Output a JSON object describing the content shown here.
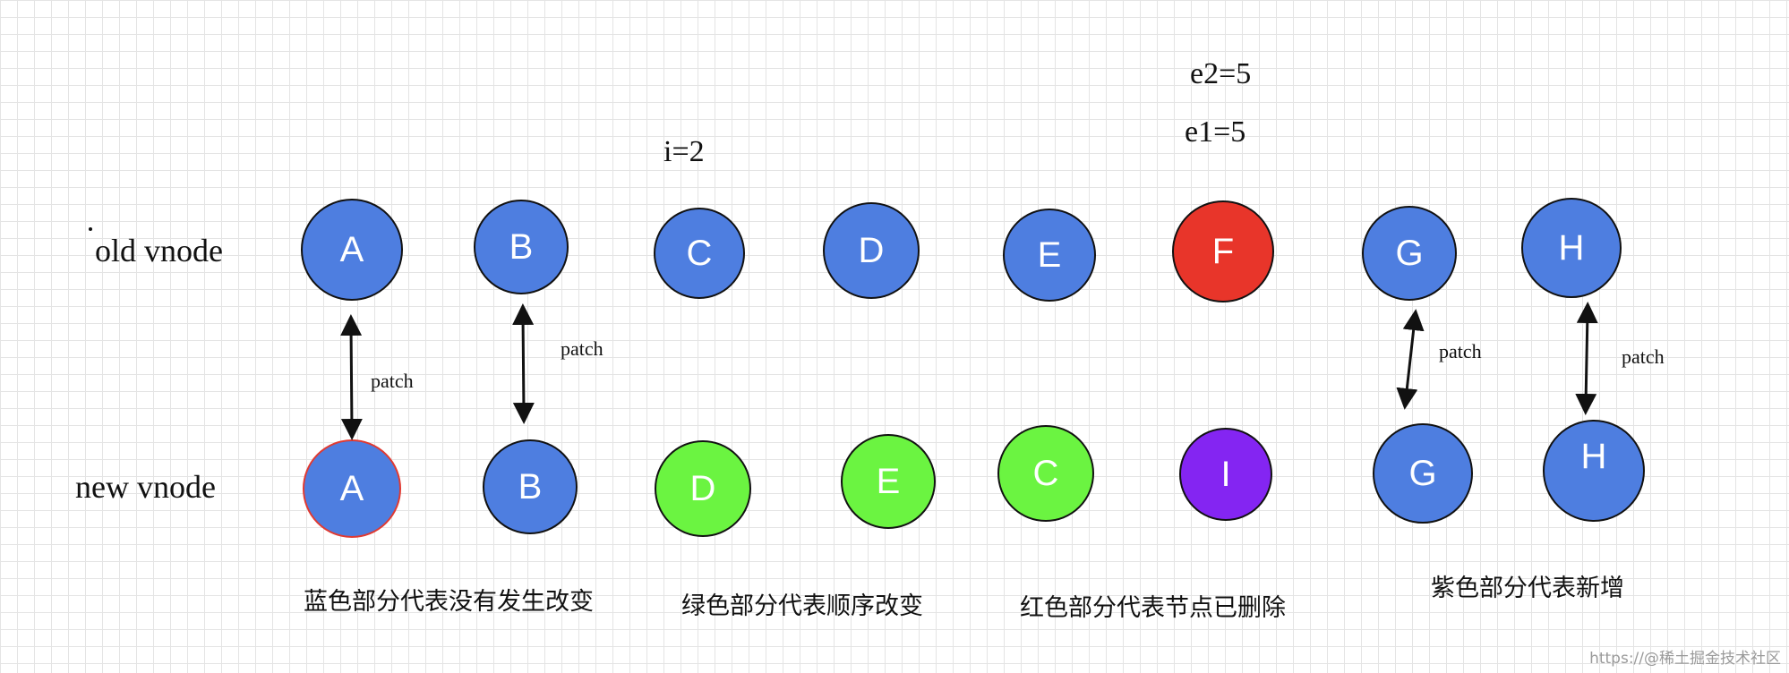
{
  "colors": {
    "blue": "#4e7ee0",
    "green": "#6bf441",
    "red": "#e8352a",
    "purple": "#8425f2",
    "outline": "#111111",
    "deleted_outline": "#e03a32"
  },
  "labels": {
    "old_row": "old vnode",
    "new_row": "new vnode"
  },
  "pointers": {
    "i": "i=2",
    "e2": "e2=5",
    "e1": "e1=5"
  },
  "old_nodes": [
    {
      "label": "A",
      "color": "blue"
    },
    {
      "label": "B",
      "color": "blue"
    },
    {
      "label": "C",
      "color": "blue"
    },
    {
      "label": "D",
      "color": "blue"
    },
    {
      "label": "E",
      "color": "blue"
    },
    {
      "label": "F",
      "color": "red"
    },
    {
      "label": "G",
      "color": "blue"
    },
    {
      "label": "H",
      "color": "blue"
    }
  ],
  "new_nodes": [
    {
      "label": "A",
      "color": "blue",
      "outline": "deleted_outline"
    },
    {
      "label": "B",
      "color": "blue"
    },
    {
      "label": "D",
      "color": "green"
    },
    {
      "label": "E",
      "color": "green"
    },
    {
      "label": "C",
      "color": "green"
    },
    {
      "label": "I",
      "color": "purple"
    },
    {
      "label": "G",
      "color": "blue"
    },
    {
      "label": "H",
      "color": "blue"
    }
  ],
  "patch_label": "patch",
  "captions": {
    "blue": "蓝色部分代表没有发生改变",
    "green": "绿色部分代表顺序改变",
    "red": "红色部分代表节点已删除",
    "purple": "紫色部分代表新增"
  },
  "watermark": "https://@稀土掘金技术社区"
}
